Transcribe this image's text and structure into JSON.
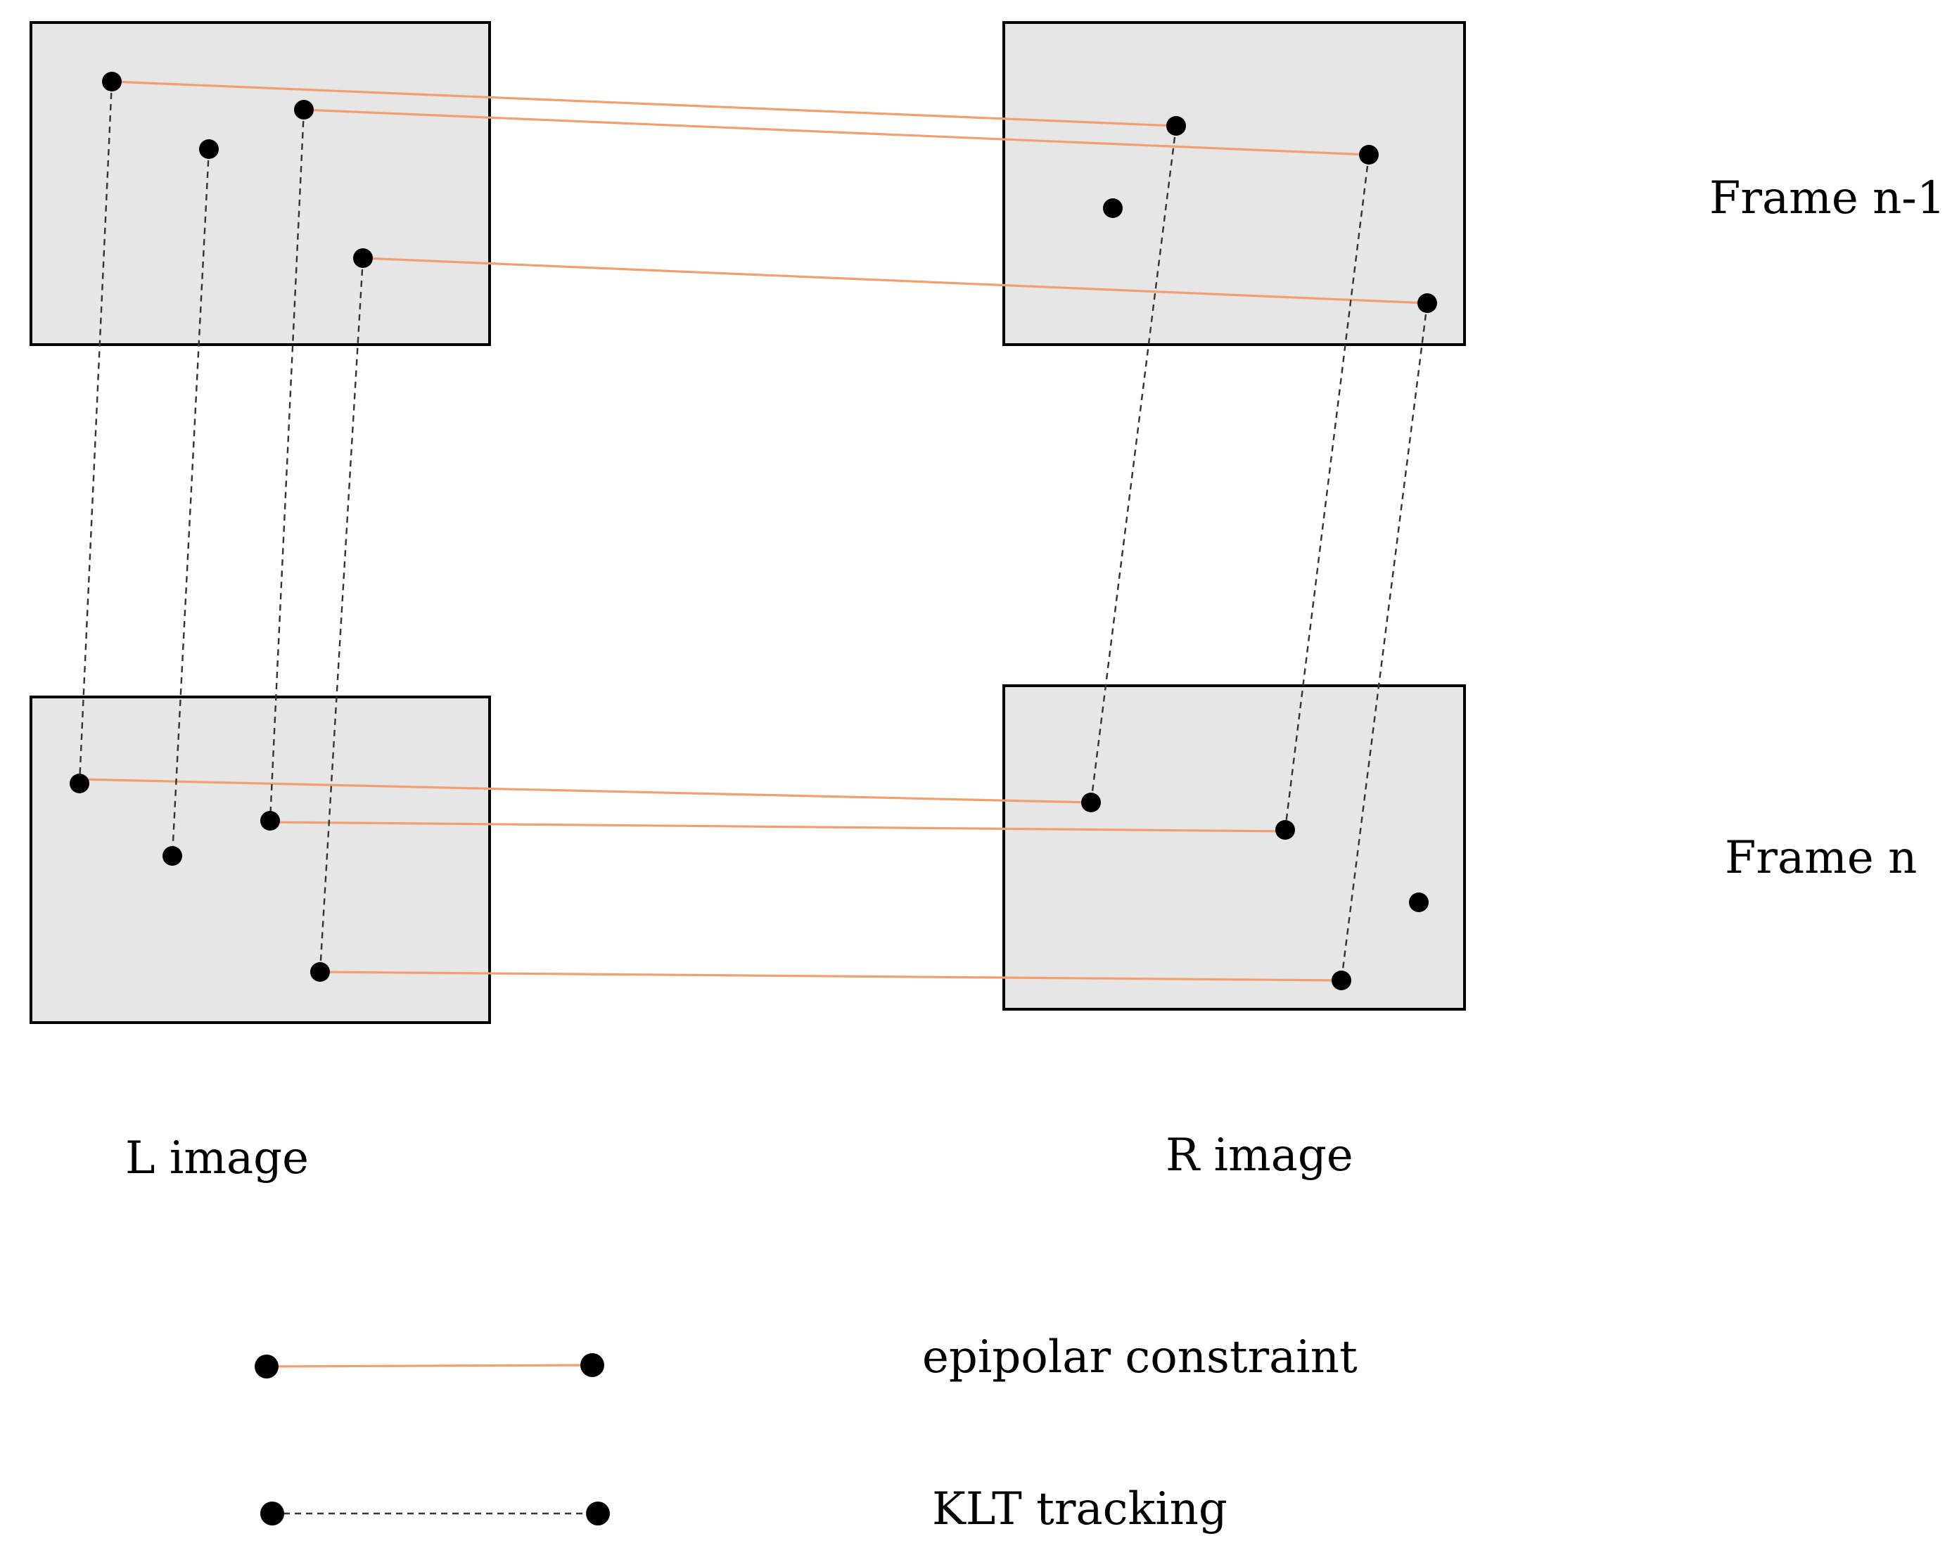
{
  "labels": {
    "left_image": "L image",
    "right_image": "R image",
    "frame_prev": "Frame n-1",
    "frame_curr": "Frame n"
  },
  "legend": {
    "epipolar": "epipolar constraint",
    "klt": "KLT tracking"
  },
  "colors": {
    "epipolar_line": "#f0a070",
    "klt_line": "#333333",
    "box_fill": "#e6e6e6",
    "box_stroke": "#000000",
    "dot": "#000000"
  }
}
